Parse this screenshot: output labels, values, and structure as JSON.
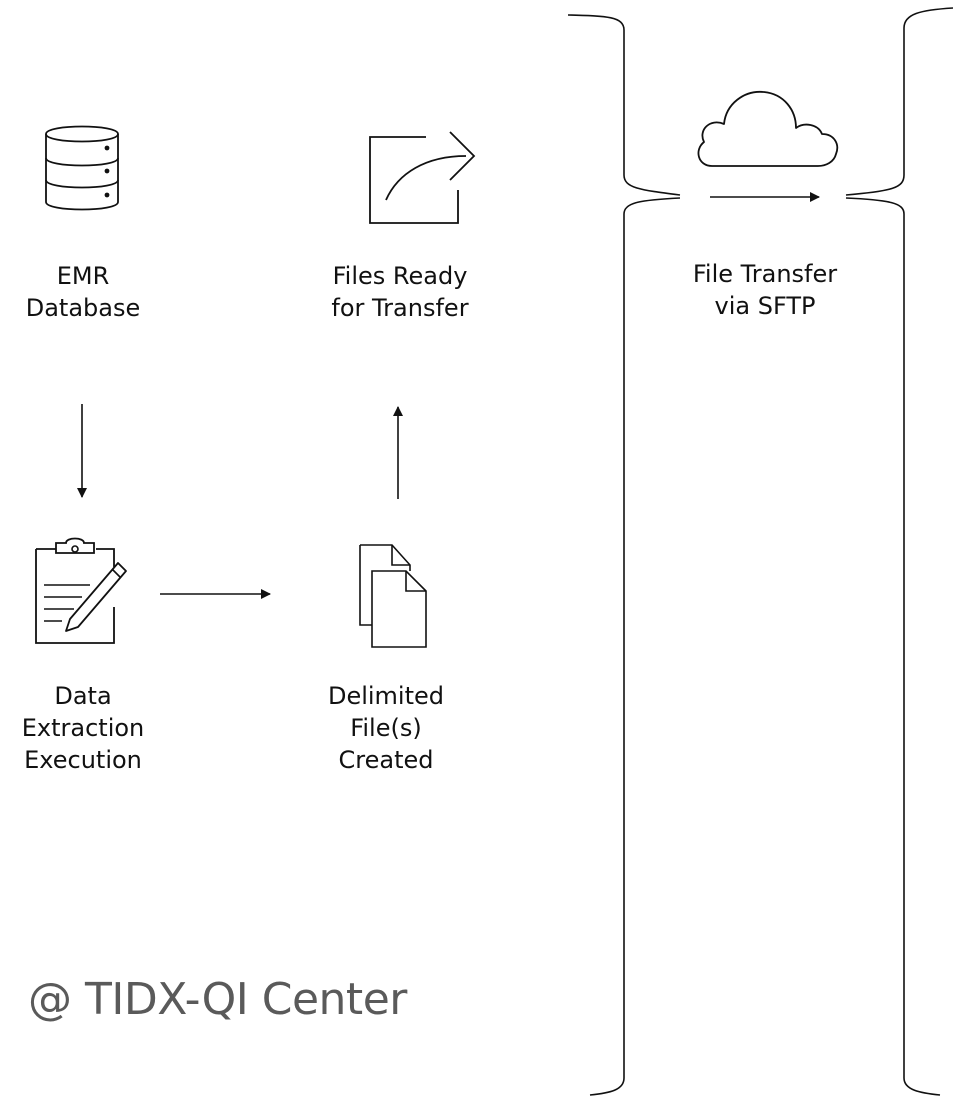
{
  "nodes": {
    "emr_database": {
      "line1": "EMR",
      "line2": "Database",
      "icon": "database-icon"
    },
    "files_ready": {
      "line1": "Files Ready",
      "line2": "for Transfer",
      "icon": "share-export-icon"
    },
    "file_transfer": {
      "line1": "File Transfer",
      "line2": "via SFTP",
      "icon": "cloud-icon"
    },
    "data_extraction": {
      "line1": "Data",
      "line2": "Extraction",
      "line3": "Execution",
      "icon": "clipboard-pencil-icon"
    },
    "delimited_files": {
      "line1": "Delimited",
      "line2": "File(s)",
      "line3": "Created",
      "icon": "documents-icon"
    }
  },
  "watermark": "@ TIDX-QI Center",
  "colors": {
    "stroke": "#111111",
    "watermark": "#5a5a5a",
    "background": "#ffffff"
  }
}
